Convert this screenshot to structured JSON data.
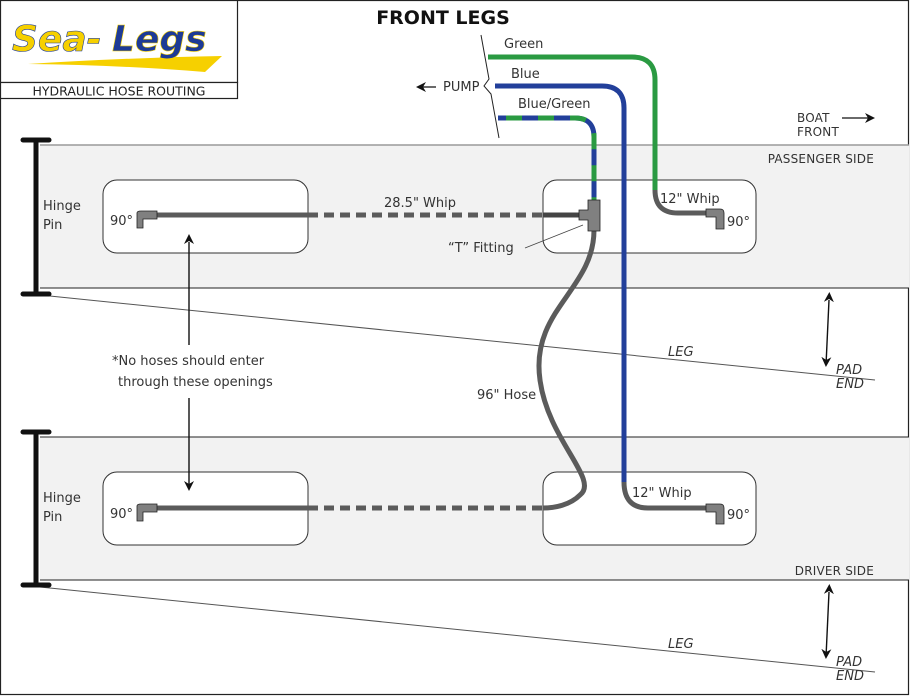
{
  "logo": {
    "brand_part1": "Sea-",
    "brand_part2": "Legs",
    "subtitle": "HYDRAULIC HOSE ROUTING",
    "colors": {
      "yellow": "#f6d000",
      "blue": "#1d3a96"
    }
  },
  "title": "FRONT LEGS",
  "pump": {
    "label": "PUMP",
    "direction": "left-arrow",
    "hoses": [
      {
        "label": "Green",
        "color": "#2a9a42"
      },
      {
        "label": "Blue",
        "color": "#223f9a"
      },
      {
        "label": "Blue/Green",
        "color": "striped"
      }
    ]
  },
  "boat_front": {
    "line1": "BOAT",
    "line2": "FRONT",
    "direction": "right-arrow"
  },
  "passenger_side": {
    "label": "PASSENGER SIDE",
    "hinge_label_1": "Hinge",
    "hinge_label_2": "Pin",
    "left_fitting": "90°",
    "right_fitting": "90°",
    "whip_left_label": "28.5\" Whip",
    "whip_right_label": "12\" Whip",
    "t_fitting_label": "“T” Fitting"
  },
  "driver_side": {
    "label": "DRIVER SIDE",
    "hinge_label_1": "Hinge",
    "hinge_label_2": "Pin",
    "left_fitting": "90°",
    "right_fitting": "90°",
    "whip_right_label": "12\" Whip"
  },
  "notes": {
    "openings_line1": "*No hoses should enter",
    "openings_line2": "through these openings",
    "hose_96": "96\" Hose"
  },
  "legs": {
    "leg_label": "LEG",
    "pad_line1": "PAD",
    "pad_line2": "END"
  },
  "colors": {
    "hose_gray": "#5b5b5b",
    "fitting_gray": "#808080",
    "band_fill": "#f2f2f2",
    "green": "#2a9a42",
    "blue": "#223f9a"
  }
}
